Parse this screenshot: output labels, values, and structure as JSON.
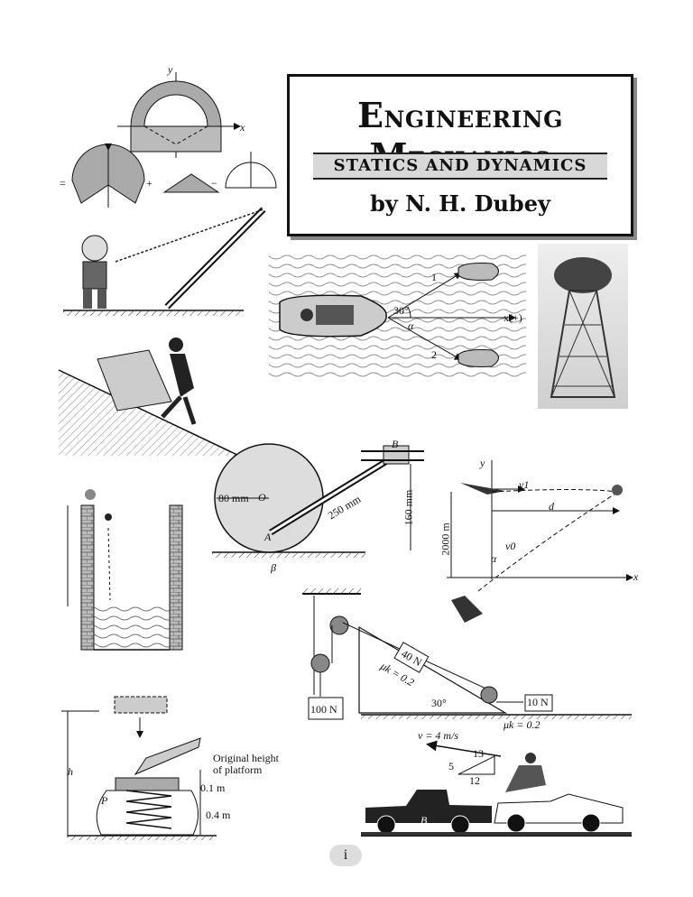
{
  "title": {
    "line1": "Engineering Mechanics",
    "first_big_letter_1": "E",
    "rest_1": "NGINEERING",
    "first_big_letter_2": "M",
    "rest_2": "ECHANICS",
    "subtitle": "STATICS AND DYNAMICS",
    "author": "by N. H. Dubey"
  },
  "figures": {
    "composite_area": {
      "y": "y",
      "x": "x",
      "ops": [
        "=",
        "+",
        "−"
      ]
    },
    "boat": {
      "labels": [
        "1",
        "2",
        "30°",
        "α",
        "x(+)"
      ]
    },
    "wheel": {
      "B": "B",
      "O": "O",
      "A": "A",
      "beta": "β",
      "r": "80 mm",
      "rod": "250 mm",
      "h": "160 mm"
    },
    "plane": {
      "y": "y",
      "x": "x",
      "v1": "v1",
      "v0": "v0",
      "d": "d",
      "alpha": "α",
      "height": "2000 m"
    },
    "pulley": {
      "weight_hang": "100 N",
      "block": "40 N",
      "mu_block": "μk = 0.2",
      "angle": "30°",
      "weight_right": "10 N",
      "mu_right": "μk = 0.2"
    },
    "platform": {
      "h": "h",
      "P": "P",
      "note": "Original height of platform",
      "note_line1": "Original height",
      "note_line2": "of platform",
      "d1": "0.1 m",
      "d2": "0.4 m"
    },
    "truck": {
      "v": "v = 4 m/s",
      "s13": "13",
      "s5": "5",
      "s12": "12",
      "B": "B"
    }
  },
  "page_number": "i"
}
